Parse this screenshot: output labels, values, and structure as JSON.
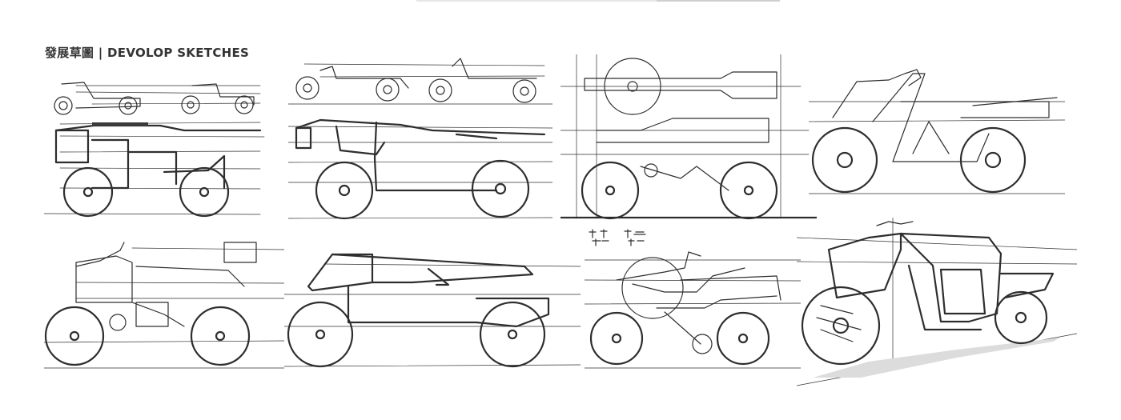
{
  "page": {
    "title": "發展草圖 | DEVOLOP SKETCHES"
  },
  "sketches": [
    {
      "id": 1,
      "icon": "motorcycle-sketch-icon"
    },
    {
      "id": 2,
      "icon": "motorcycle-sketch-icon"
    },
    {
      "id": 3,
      "icon": "motorcycle-sketch-icon"
    },
    {
      "id": 4,
      "icon": "motorcycle-sketch-icon"
    },
    {
      "id": 5,
      "icon": "motorcycle-sketch-icon"
    },
    {
      "id": 6,
      "icon": "motorcycle-sketch-icon"
    },
    {
      "id": 7,
      "icon": "motorcycle-sketch-icon"
    },
    {
      "id": 8,
      "icon": "motorcycle-sketch-icon"
    }
  ],
  "colors": {
    "background": "#ffffff",
    "ink": "#2e2e2e",
    "title": "#333333"
  }
}
